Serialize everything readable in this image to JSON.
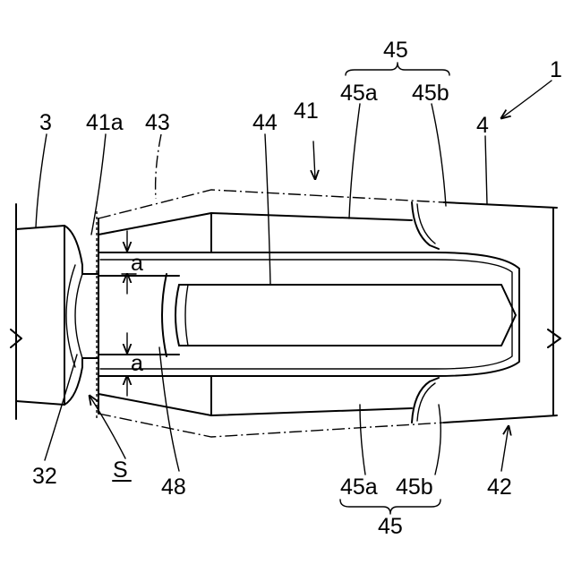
{
  "labels": {
    "l3": "3",
    "l41a": "41a",
    "l43": "43",
    "l44": "44",
    "l41": "41",
    "l45top": "45",
    "l45a_top": "45a",
    "l45b_top": "45b",
    "l1": "1",
    "l4": "4",
    "a_top": "a",
    "a_bot": "a",
    "l32": "32",
    "lS": "S",
    "l48": "48",
    "l45a_bot": "45a",
    "l45b_bot": "45b",
    "l42": "42",
    "l45bot": "45"
  }
}
